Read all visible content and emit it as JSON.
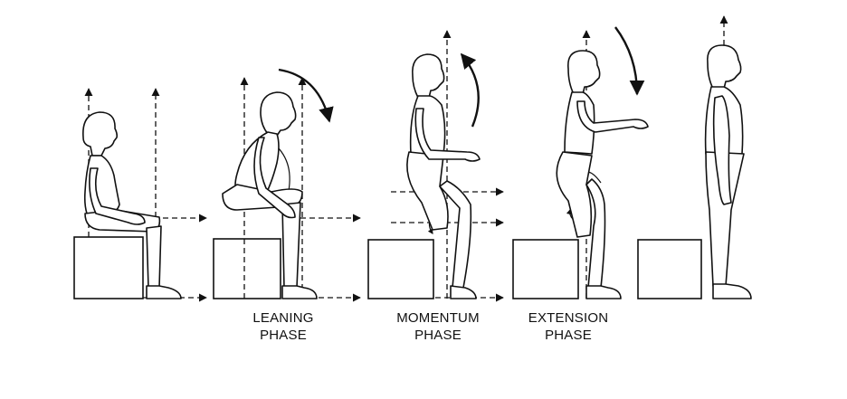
{
  "phases": [
    {
      "line1": "LEANING",
      "line2": "PHASE"
    },
    {
      "line1": "MOMENTUM",
      "line2": "PHASE"
    },
    {
      "line1": "EXTENSION",
      "line2": "PHASE"
    }
  ]
}
